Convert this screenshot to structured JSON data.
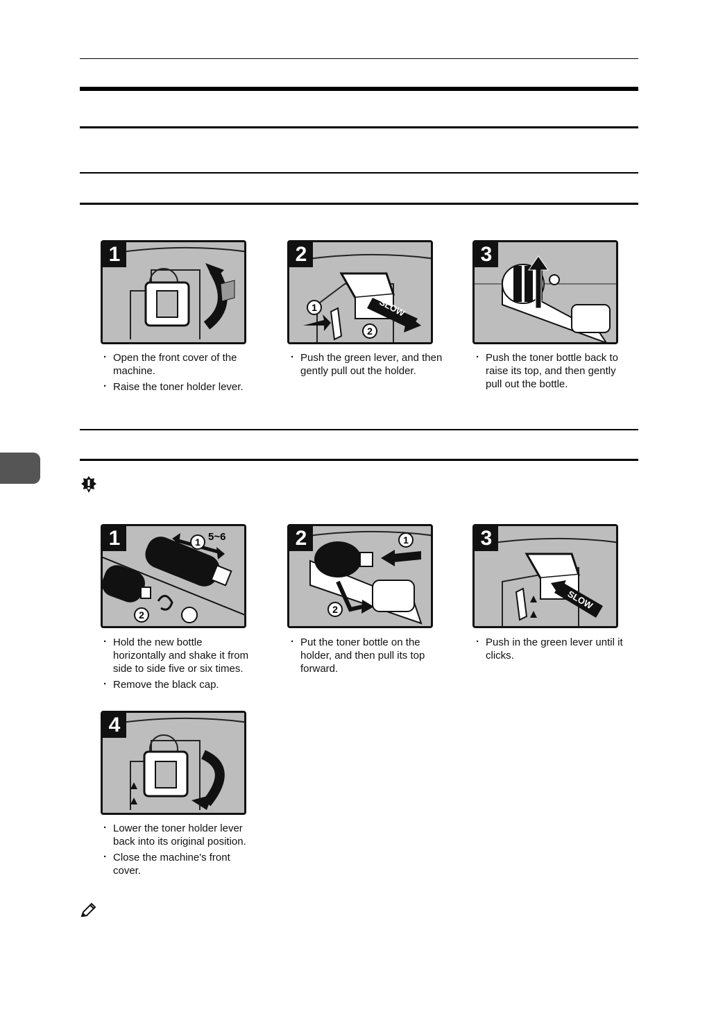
{
  "section_a": {
    "steps": [
      {
        "number": "1",
        "captions": [
          "Open the front cover of the machine.",
          "Raise the toner holder lever."
        ]
      },
      {
        "number": "2",
        "captions": [
          "Push the green lever, and then gently pull out the holder."
        ]
      },
      {
        "number": "3",
        "captions": [
          "Push the toner bottle back to raise its top, and then gently pull out the bottle."
        ]
      }
    ]
  },
  "section_b": {
    "steps": [
      {
        "number": "1",
        "captions": [
          "Hold the new bottle horizontally and shake it from side to side five or six times.",
          "Remove the black cap."
        ]
      },
      {
        "number": "2",
        "captions": [
          "Put the toner bottle on the holder, and then pull its top forward."
        ]
      },
      {
        "number": "3",
        "captions": [
          "Push in the green lever until it clicks."
        ]
      },
      {
        "number": "4",
        "captions": [
          "Lower the toner holder lever back into its original position.",
          "Close the machine's front cover."
        ]
      }
    ]
  },
  "illustration_labels": {
    "slow": "SLOW",
    "marker_1": "1",
    "marker_2": "2",
    "shake_count": "5~6"
  },
  "icons": {
    "important": "important-icon",
    "note": "pencil-note-icon"
  }
}
